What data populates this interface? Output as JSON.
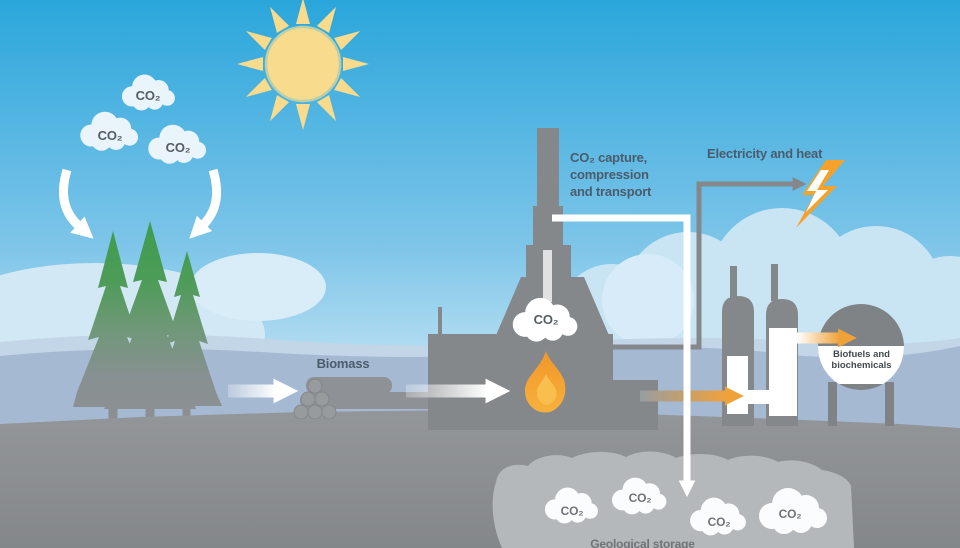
{
  "diagram": {
    "description": "Bioenergy with carbon capture and storage process illustration"
  },
  "labels": {
    "atmosphere_co2": [
      "CO₂",
      "CO₂",
      "CO₂"
    ],
    "biomass": "Biomass",
    "capture_lines": [
      "CO₂ capture,",
      "compression",
      "and transport"
    ],
    "electricity": "Electricity and heat",
    "flue_co2": "CO₂",
    "biofuels_lines": [
      "Biofuels and",
      "biochemicals"
    ],
    "geological_storage": "Geological storage",
    "storage_co2": [
      "CO₂",
      "CO₂",
      "CO₂",
      "CO₂"
    ]
  },
  "colors": {
    "sky_top": "#2aa6db",
    "sky_horizon": "#d4ecf7",
    "sun_yellow": "#f8db8d",
    "tree_green": "#3d9c4e",
    "hill_blue": "#a6b9d3",
    "ground_gray": "#8a8e91",
    "structure_gray": "#84888b",
    "storage_formation_gray": "#b5b8bb",
    "accent_orange": "#f0a23a",
    "flame_orange": "#f5a02d",
    "label_blue_gray": "#4a5c6c",
    "pipe_white": "#ffffff"
  },
  "icons": {
    "sun": "sun-icon",
    "lightning": "lightning-bolt-icon",
    "flame": "flame-icon",
    "cloud": "cloud-icon"
  }
}
